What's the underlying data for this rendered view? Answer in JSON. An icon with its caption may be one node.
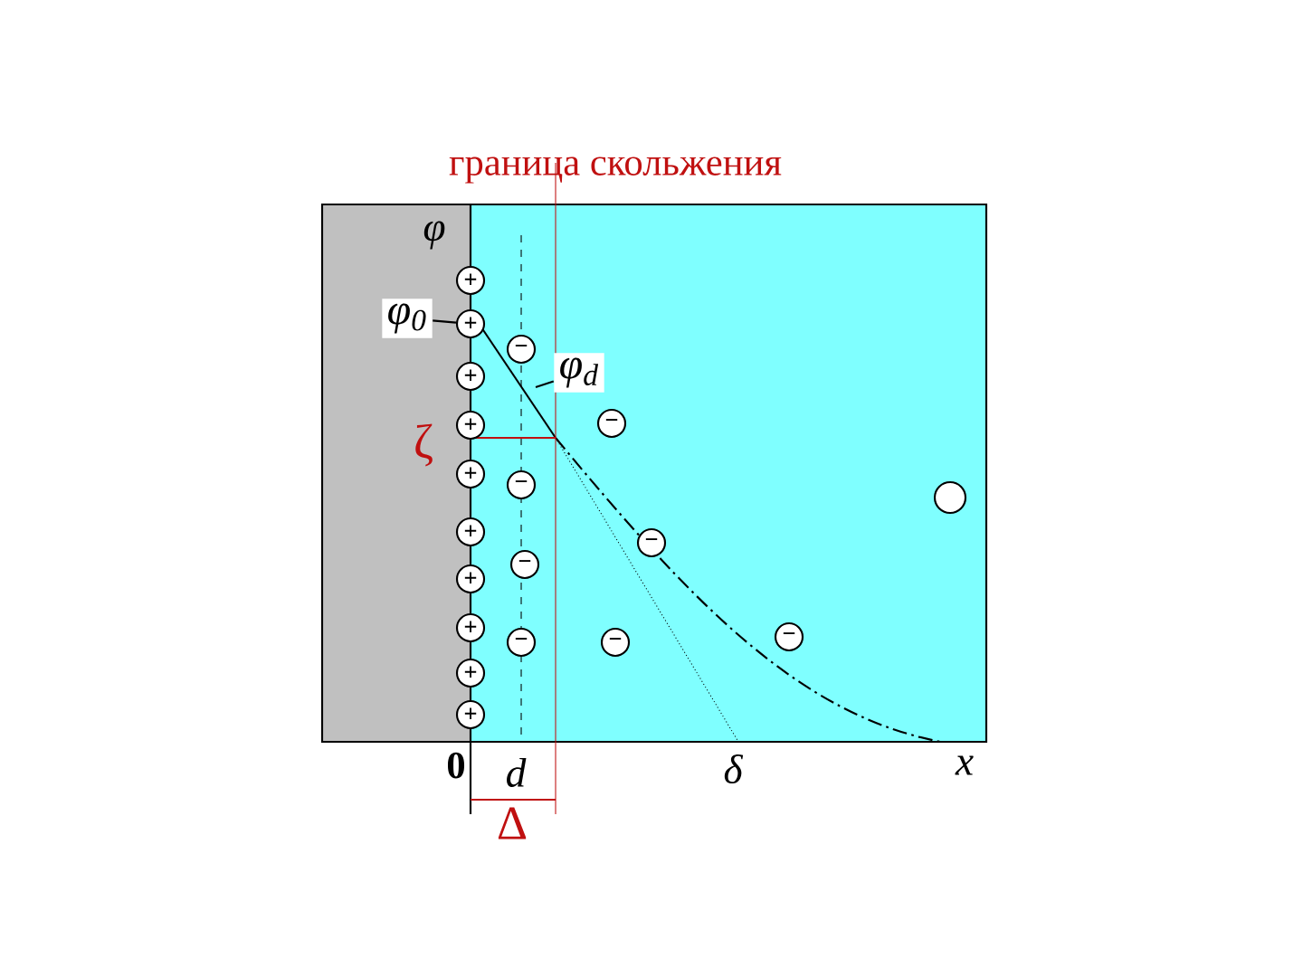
{
  "diagram": {
    "title": "граница скольжения",
    "nodes": [
      {
        "text": [
          "+"
        ]
      },
      {
        "text": [
          "+"
        ]
      },
      {
        "text": [
          "+"
        ]
      },
      {
        "text": [
          "+"
        ]
      },
      {
        "text": [
          "+"
        ]
      },
      {
        "text": [
          "+"
        ]
      },
      {
        "text": [
          "+"
        ]
      },
      {
        "text": [
          "+"
        ]
      },
      {
        "text": [
          "+"
        ]
      },
      {
        "text": [
          "+"
        ]
      },
      {
        "text": [
          "−"
        ]
      },
      {
        "text": [
          "−"
        ]
      },
      {
        "text": [
          "−"
        ]
      },
      {
        "text": [
          "−"
        ]
      },
      {
        "text": [
          "−"
        ]
      },
      {
        "text": [
          "−"
        ]
      },
      {
        "text": [
          "−"
        ]
      },
      {
        "text": [
          "−"
        ]
      },
      {
        "text": [],
        "shape": "circle"
      },
      {
        "text": [
          "φ$_{0}$"
        ]
      },
      {
        "text": [
          "φ$_{d}$"
        ]
      }
    ],
    "edges": [
      {
        "from": 19,
        "to": 1,
        "arrow": "none"
      },
      {
        "from": 20,
        "to": null,
        "arrow": "none"
      }
    ],
    "labels": [
      "φ",
      "ζ",
      "0",
      "d",
      "δ",
      "x",
      "Δ"
    ]
  }
}
